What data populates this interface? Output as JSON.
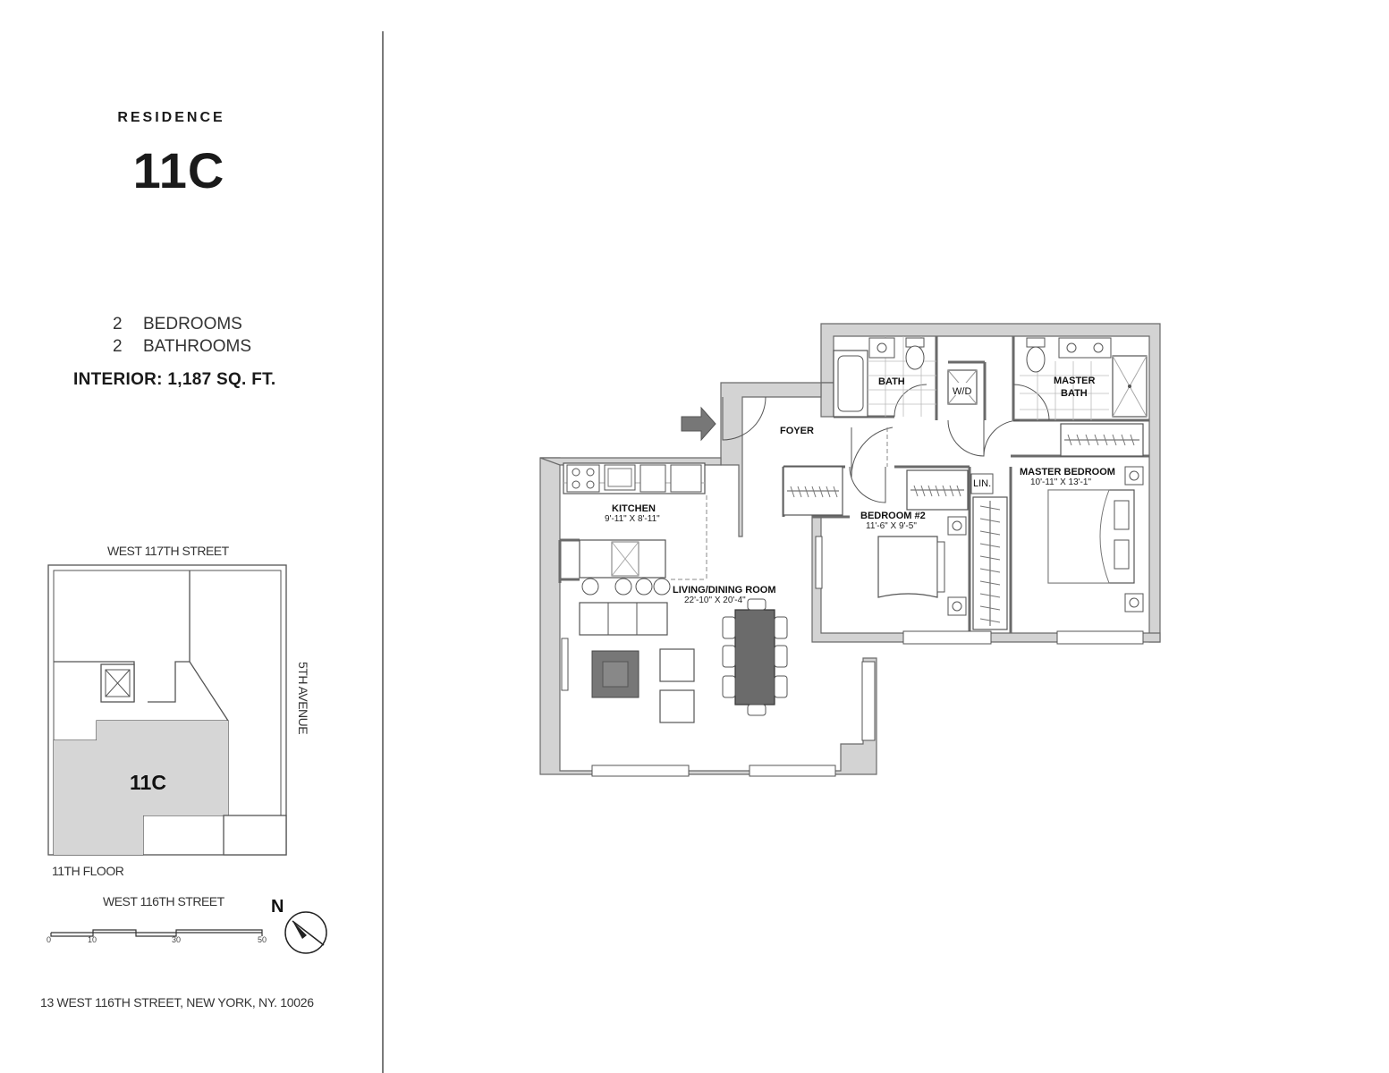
{
  "header": {
    "residence_label": "RESIDENCE",
    "unit_number": "11C"
  },
  "summary": {
    "bedrooms": {
      "count": "2",
      "label": "BEDROOMS"
    },
    "bathrooms": {
      "count": "2",
      "label": "BATHROOMS"
    },
    "interior": "INTERIOR:  1,187 SQ. FT."
  },
  "key_plan": {
    "north_street": "WEST 117TH STREET",
    "east_street": "5TH AVENUE",
    "south_street": "WEST 116TH STREET",
    "unit_label": "11C",
    "floor": "11TH FLOOR",
    "scale_ticks": [
      "0",
      "10",
      "30",
      "50"
    ],
    "north_label": "N"
  },
  "floor_plan": {
    "rooms": {
      "bath": "BATH",
      "wd": "W/D",
      "master_bath_line1": "MASTER",
      "master_bath_line2": "BATH",
      "foyer": "FOYER",
      "kitchen": "KITCHEN",
      "kitchen_dim": "9'-11\" X 8'-11\"",
      "living": "LIVING/DINING ROOM",
      "living_dim": "22'-10\" X 20'-4\"",
      "bedroom2": "BEDROOM #2",
      "bedroom2_dim": "11'-6\" X 9'-5\"",
      "master_bedroom": "MASTER BEDROOM",
      "master_bedroom_dim": "10'-11\" X 13'-1\"",
      "linen": "LIN."
    }
  },
  "footer": {
    "address": "13 WEST 116TH STREET, NEW YORK,  NY. 10026"
  },
  "colors": {
    "wall_fill": "#d3d3d3",
    "wall_stroke": "#6a6a6a",
    "unit_highlight": "#d6d6d6",
    "dining_table": "#6b6b6b"
  }
}
